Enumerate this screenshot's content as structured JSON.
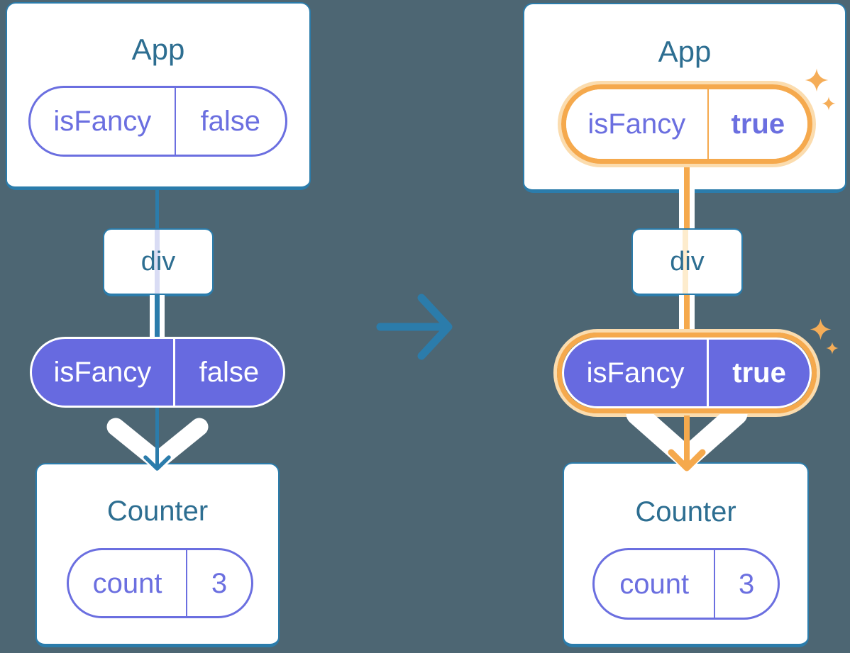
{
  "left_tree": {
    "app_card": {
      "title": "App",
      "pill": {
        "name": "isFancy",
        "value": "false"
      }
    },
    "div_box": {
      "label": "div"
    },
    "props_pill": {
      "name": "isFancy",
      "value": "false"
    },
    "counter_card": {
      "title": "Counter",
      "pill": {
        "name": "count",
        "value": "3"
      }
    }
  },
  "right_tree": {
    "app_card": {
      "title": "App",
      "pill": {
        "name": "isFancy",
        "value": "true"
      }
    },
    "div_box": {
      "label": "div"
    },
    "props_pill": {
      "name": "isFancy",
      "value": "true"
    },
    "counter_card": {
      "title": "Counter",
      "pill": {
        "name": "count",
        "value": "3"
      }
    }
  },
  "colors": {
    "background": "#4d6673",
    "card_border_teal": "#2b7cab",
    "title_text": "#2d6e91",
    "purple_outline": "#6b6fe0",
    "purple_fill": "#676ae0",
    "highlight_orange": "#f5a94d",
    "highlight_orange_pale": "#fbdcae",
    "sparkle_orange": "#f5ad58",
    "trace_lavender": "#d9dcf4",
    "trace_cream": "#fdeccd",
    "flow_white": "#ffffff"
  }
}
